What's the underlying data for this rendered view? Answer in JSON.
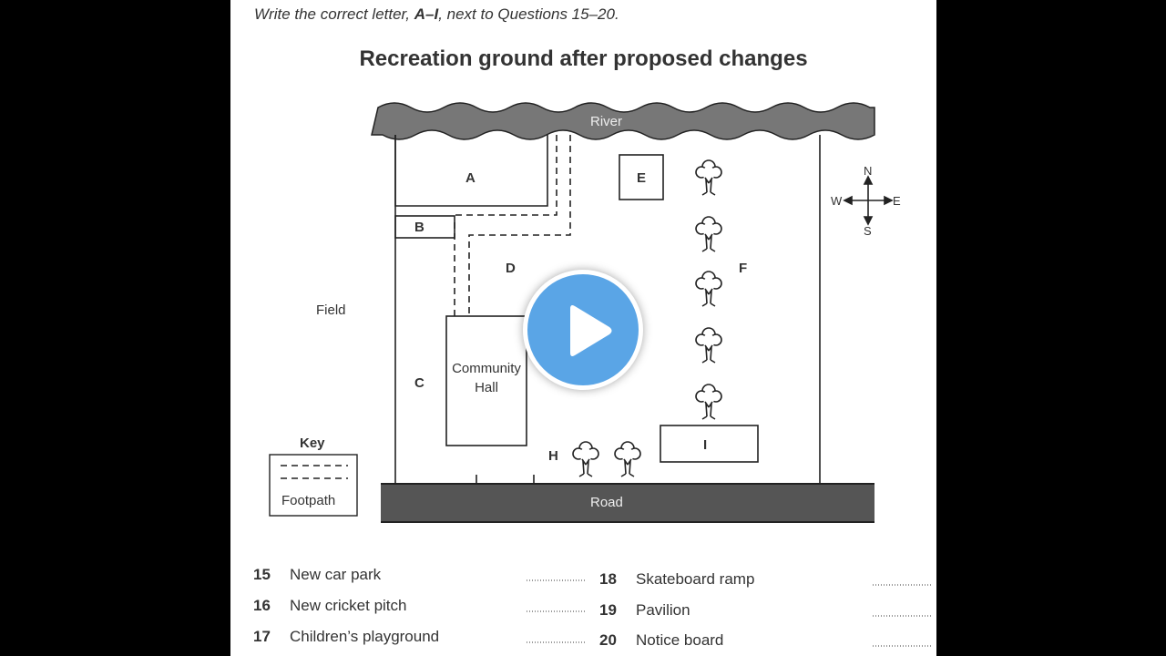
{
  "instruction": {
    "prefix": "Write the correct letter, ",
    "letters": "A–I",
    "suffix": ", next to Questions 15–20."
  },
  "map": {
    "title": "Recreation ground after proposed changes",
    "labels": {
      "river": "River",
      "road": "Road",
      "field": "Field",
      "community_hall_line1": "Community",
      "community_hall_line2": "Hall",
      "A": "A",
      "B": "B",
      "C": "C",
      "D": "D",
      "E": "E",
      "F": "F",
      "H": "H",
      "I": "I"
    },
    "compass": {
      "n": "N",
      "s": "S",
      "e": "E",
      "w": "W"
    },
    "key": {
      "title": "Key",
      "item": "Footpath"
    }
  },
  "questions": [
    {
      "number": "15",
      "text": "New car park"
    },
    {
      "number": "16",
      "text": "New cricket pitch"
    },
    {
      "number": "17",
      "text": "Children’s playground"
    },
    {
      "number": "18",
      "text": "Skateboard ramp"
    },
    {
      "number": "19",
      "text": "Pavilion"
    },
    {
      "number": "20",
      "text": "Notice board"
    }
  ],
  "answer_blank": "......................",
  "video": {
    "play_icon": "play-icon"
  }
}
